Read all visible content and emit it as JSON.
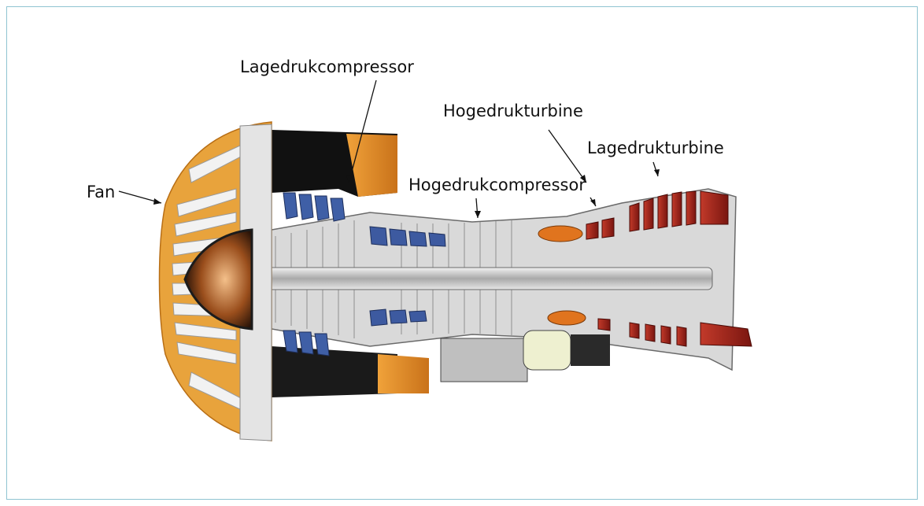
{
  "labels": {
    "fan": "Fan",
    "lpc": "Lagedrukcompressor",
    "hpc": "Hogedrukcompressor",
    "hpt": "Hogedrukturbine",
    "lpt": "Lagedrukturbine"
  },
  "colors": {
    "frame": "#8fc4d2",
    "fan_blade": "#e9e9e9",
    "fan_rim": "#e8a33c",
    "compressor_blue": "#3f5fa6",
    "combustor_orange": "#e0741e",
    "turbine_red": "#b3261e",
    "casing_dark": "#1c1c1c",
    "shaft_grey": "#bdbdbd"
  },
  "components": [
    "fan",
    "low-pressure-compressor",
    "high-pressure-compressor",
    "combustor",
    "high-pressure-turbine",
    "low-pressure-turbine",
    "shaft",
    "accessory-gearbox"
  ]
}
